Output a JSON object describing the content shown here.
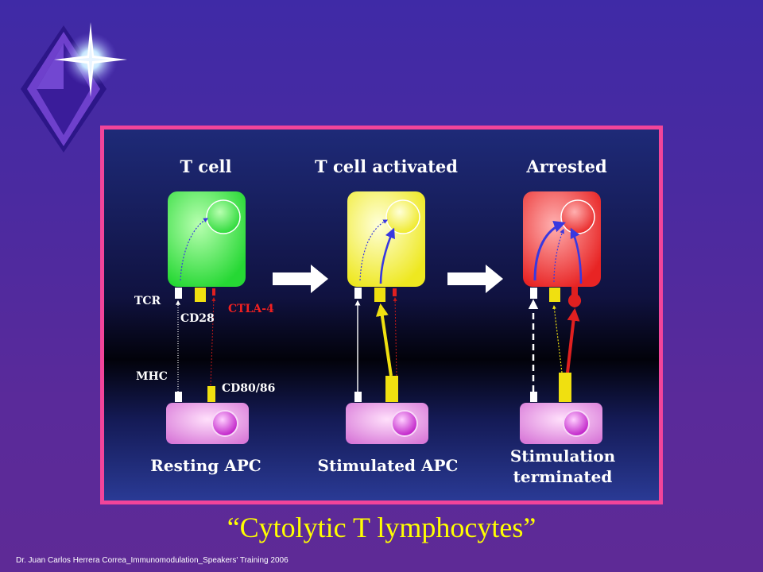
{
  "slide": {
    "title": "“Cytolytic T lymphocytes”",
    "footer": "Dr. Juan Carlos Herrera Correa_Immunomodulation_Speakers' Training 2006"
  },
  "diagram": {
    "stages": [
      {
        "header": "T cell",
        "apc_label": "Resting APC",
        "cell_color": "#3ee84a",
        "state": "resting"
      },
      {
        "header": "T cell activated",
        "apc_label": "Stimulated APC",
        "cell_color": "#f5f232",
        "state": "stimulated"
      },
      {
        "header": "Arrested",
        "apc_label_line1": "Stimulation",
        "apc_label_line2": "terminated",
        "cell_color": "#f2302e",
        "state": "arrested"
      }
    ],
    "molecule_labels": {
      "tcr": "TCR",
      "cd28": "CD28",
      "ctla4": "CTLA-4",
      "mhc": "MHC",
      "cd80_86": "CD80/86"
    },
    "colors": {
      "frame": "#f2449a",
      "apc": "#e8a0e4",
      "cd28": "#f0e010",
      "ctla4": "#e02020",
      "signal_arrow": "#3030d0",
      "title_text": "#ffff00"
    }
  }
}
